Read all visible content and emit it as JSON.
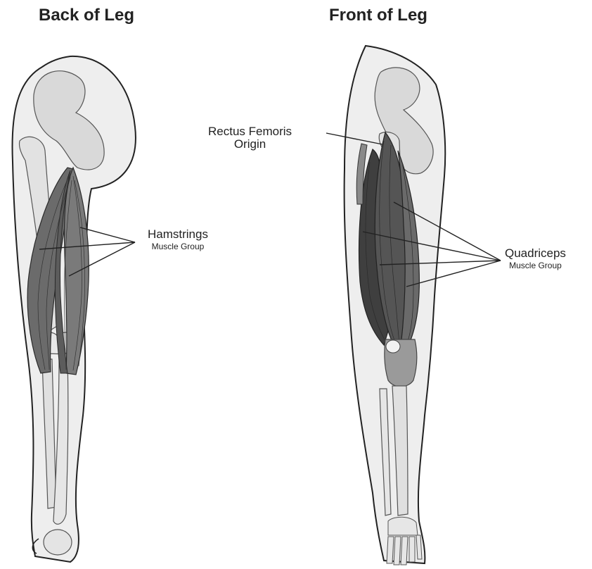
{
  "titles": {
    "back": "Back of Leg",
    "front": "Front of Leg"
  },
  "labels": {
    "hamstrings": {
      "main": "Hamstrings",
      "sub": "Muscle Group"
    },
    "quadriceps": {
      "main": "Quadriceps",
      "sub": "Muscle Group"
    },
    "rectus_femoris": {
      "line1": "Rectus Femoris",
      "line2": "Origin"
    }
  },
  "colors": {
    "skin": "#eeeeee",
    "bone": "#d9d9d9",
    "muscle_back": "#6b6b6b",
    "muscle_front": "#5a5a5a",
    "outline": "#222222"
  }
}
